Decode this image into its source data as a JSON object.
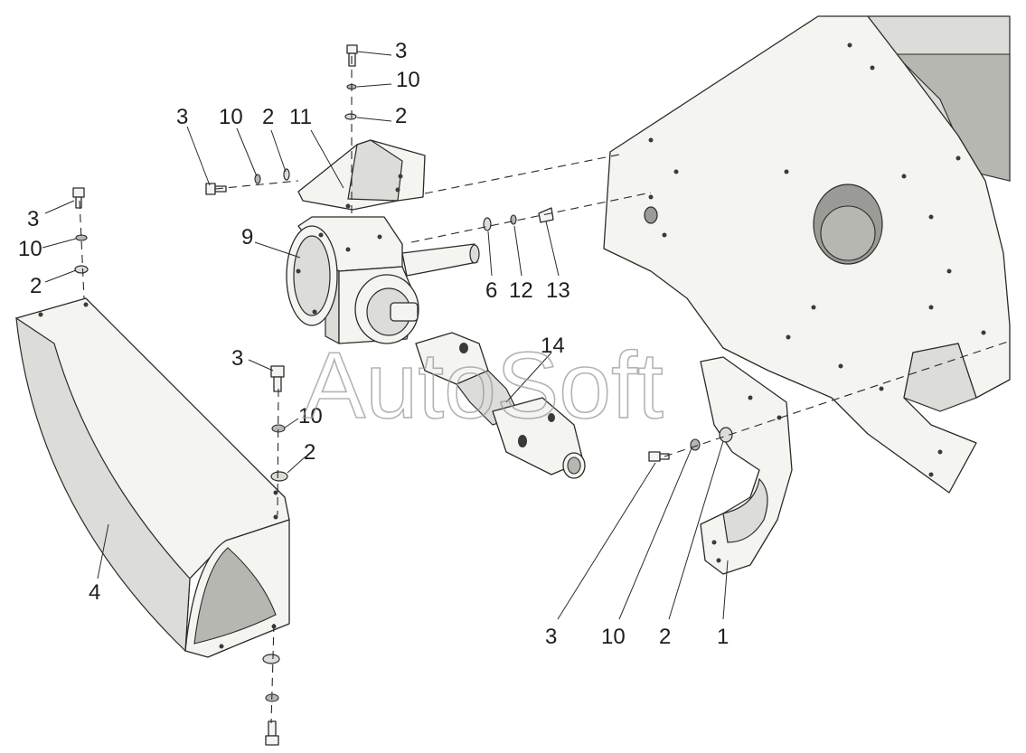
{
  "watermark": "AutoSoft",
  "callouts": [
    {
      "id": "c-3-top",
      "text": "3"
    },
    {
      "id": "c-10-top",
      "text": "10"
    },
    {
      "id": "c-2-top",
      "text": "2"
    },
    {
      "id": "c-3-left",
      "text": "3"
    },
    {
      "id": "c-10-left",
      "text": "10"
    },
    {
      "id": "c-2-left",
      "text": "2"
    },
    {
      "id": "c-11",
      "text": "11"
    },
    {
      "id": "c-3-far",
      "text": "3"
    },
    {
      "id": "c-10-far",
      "text": "10"
    },
    {
      "id": "c-2-far",
      "text": "2"
    },
    {
      "id": "c-9",
      "text": "9"
    },
    {
      "id": "c-6",
      "text": "6"
    },
    {
      "id": "c-12",
      "text": "12"
    },
    {
      "id": "c-13",
      "text": "13"
    },
    {
      "id": "c-14",
      "text": "14"
    },
    {
      "id": "c-3-mid",
      "text": "3"
    },
    {
      "id": "c-10-mid",
      "text": "10"
    },
    {
      "id": "c-2-mid",
      "text": "2"
    },
    {
      "id": "c-4",
      "text": "4"
    },
    {
      "id": "c-3-br",
      "text": "3"
    },
    {
      "id": "c-10-br",
      "text": "10"
    },
    {
      "id": "c-2-br",
      "text": "2"
    },
    {
      "id": "c-1",
      "text": "1"
    }
  ]
}
